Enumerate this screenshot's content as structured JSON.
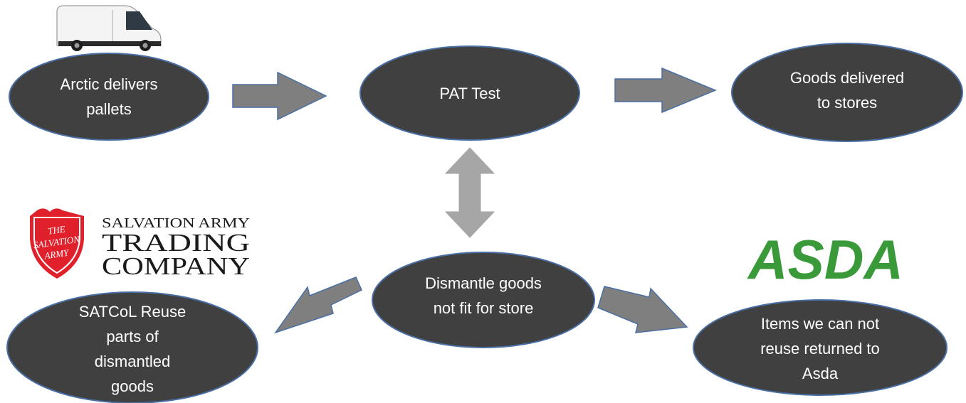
{
  "nodes": {
    "arctic": {
      "lines": [
        "Arctic delivers",
        "pallets"
      ]
    },
    "pat": {
      "lines": [
        "PAT Test"
      ]
    },
    "goods": {
      "lines": [
        "Goods delivered",
        "to stores"
      ]
    },
    "dismantle": {
      "lines": [
        "Dismantle goods",
        "not fit for store"
      ]
    },
    "satcol": {
      "lines": [
        "SATCoL Reuse",
        "parts of",
        "dismantled",
        "goods"
      ]
    },
    "asda_items": {
      "lines": [
        "Items we can not",
        "reuse returned to",
        "Asda"
      ]
    }
  },
  "logos": {
    "salvation_army": {
      "shield_lines": [
        "THE",
        "SALVATION",
        "ARMY"
      ],
      "wordmark_lines": [
        "SALVATION ARMY",
        "TRADING",
        "COMPANY"
      ],
      "shield_color": "#e0202a"
    },
    "asda": {
      "text": "ASDA",
      "color": "#3a9a3a"
    }
  },
  "colors": {
    "node_fill": "#404040",
    "node_stroke": "#4a6fa5",
    "arrow_fill": "#7f7f7f",
    "arrow_stroke": "#4a6fa5",
    "arrow_light_fill": "#a6a6a6"
  },
  "icons": {
    "van": "delivery-van-icon"
  }
}
